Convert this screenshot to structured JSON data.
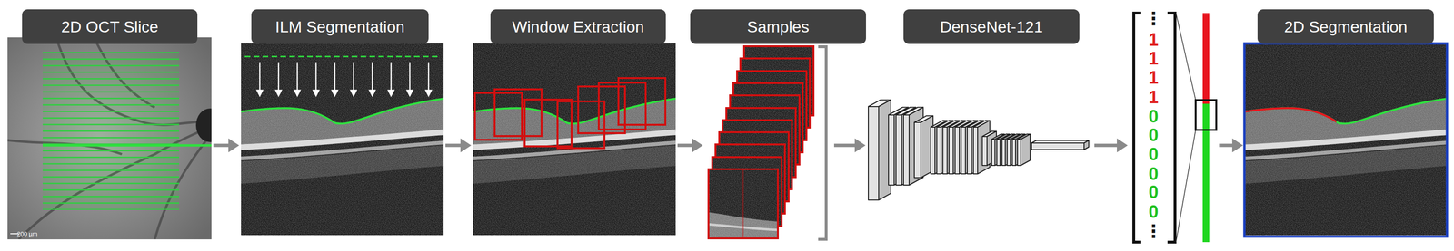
{
  "diagram": {
    "nodes": [
      {
        "text": [
          "2D OCT Slice"
        ]
      },
      {
        "text": [
          "ILM Segmentation"
        ]
      },
      {
        "text": [
          "Window Extraction"
        ]
      },
      {
        "text": [
          "Samples"
        ]
      },
      {
        "text": [
          "DenseNet-121"
        ]
      },
      {
        "text": [
          "2D Segmentation"
        ]
      }
    ],
    "edges": [
      {
        "from": 0,
        "to": 1,
        "arrow": "to"
      },
      {
        "from": 1,
        "to": 2,
        "arrow": "to"
      },
      {
        "from": 2,
        "to": 3,
        "arrow": "to"
      },
      {
        "from": 3,
        "to": 4,
        "arrow": "to"
      }
    ],
    "labels": [
      "200 µm",
      "⋮",
      "1",
      "1",
      "1",
      "1",
      "0",
      "0",
      "0",
      "0",
      "0",
      "0",
      "⋮"
    ]
  }
}
